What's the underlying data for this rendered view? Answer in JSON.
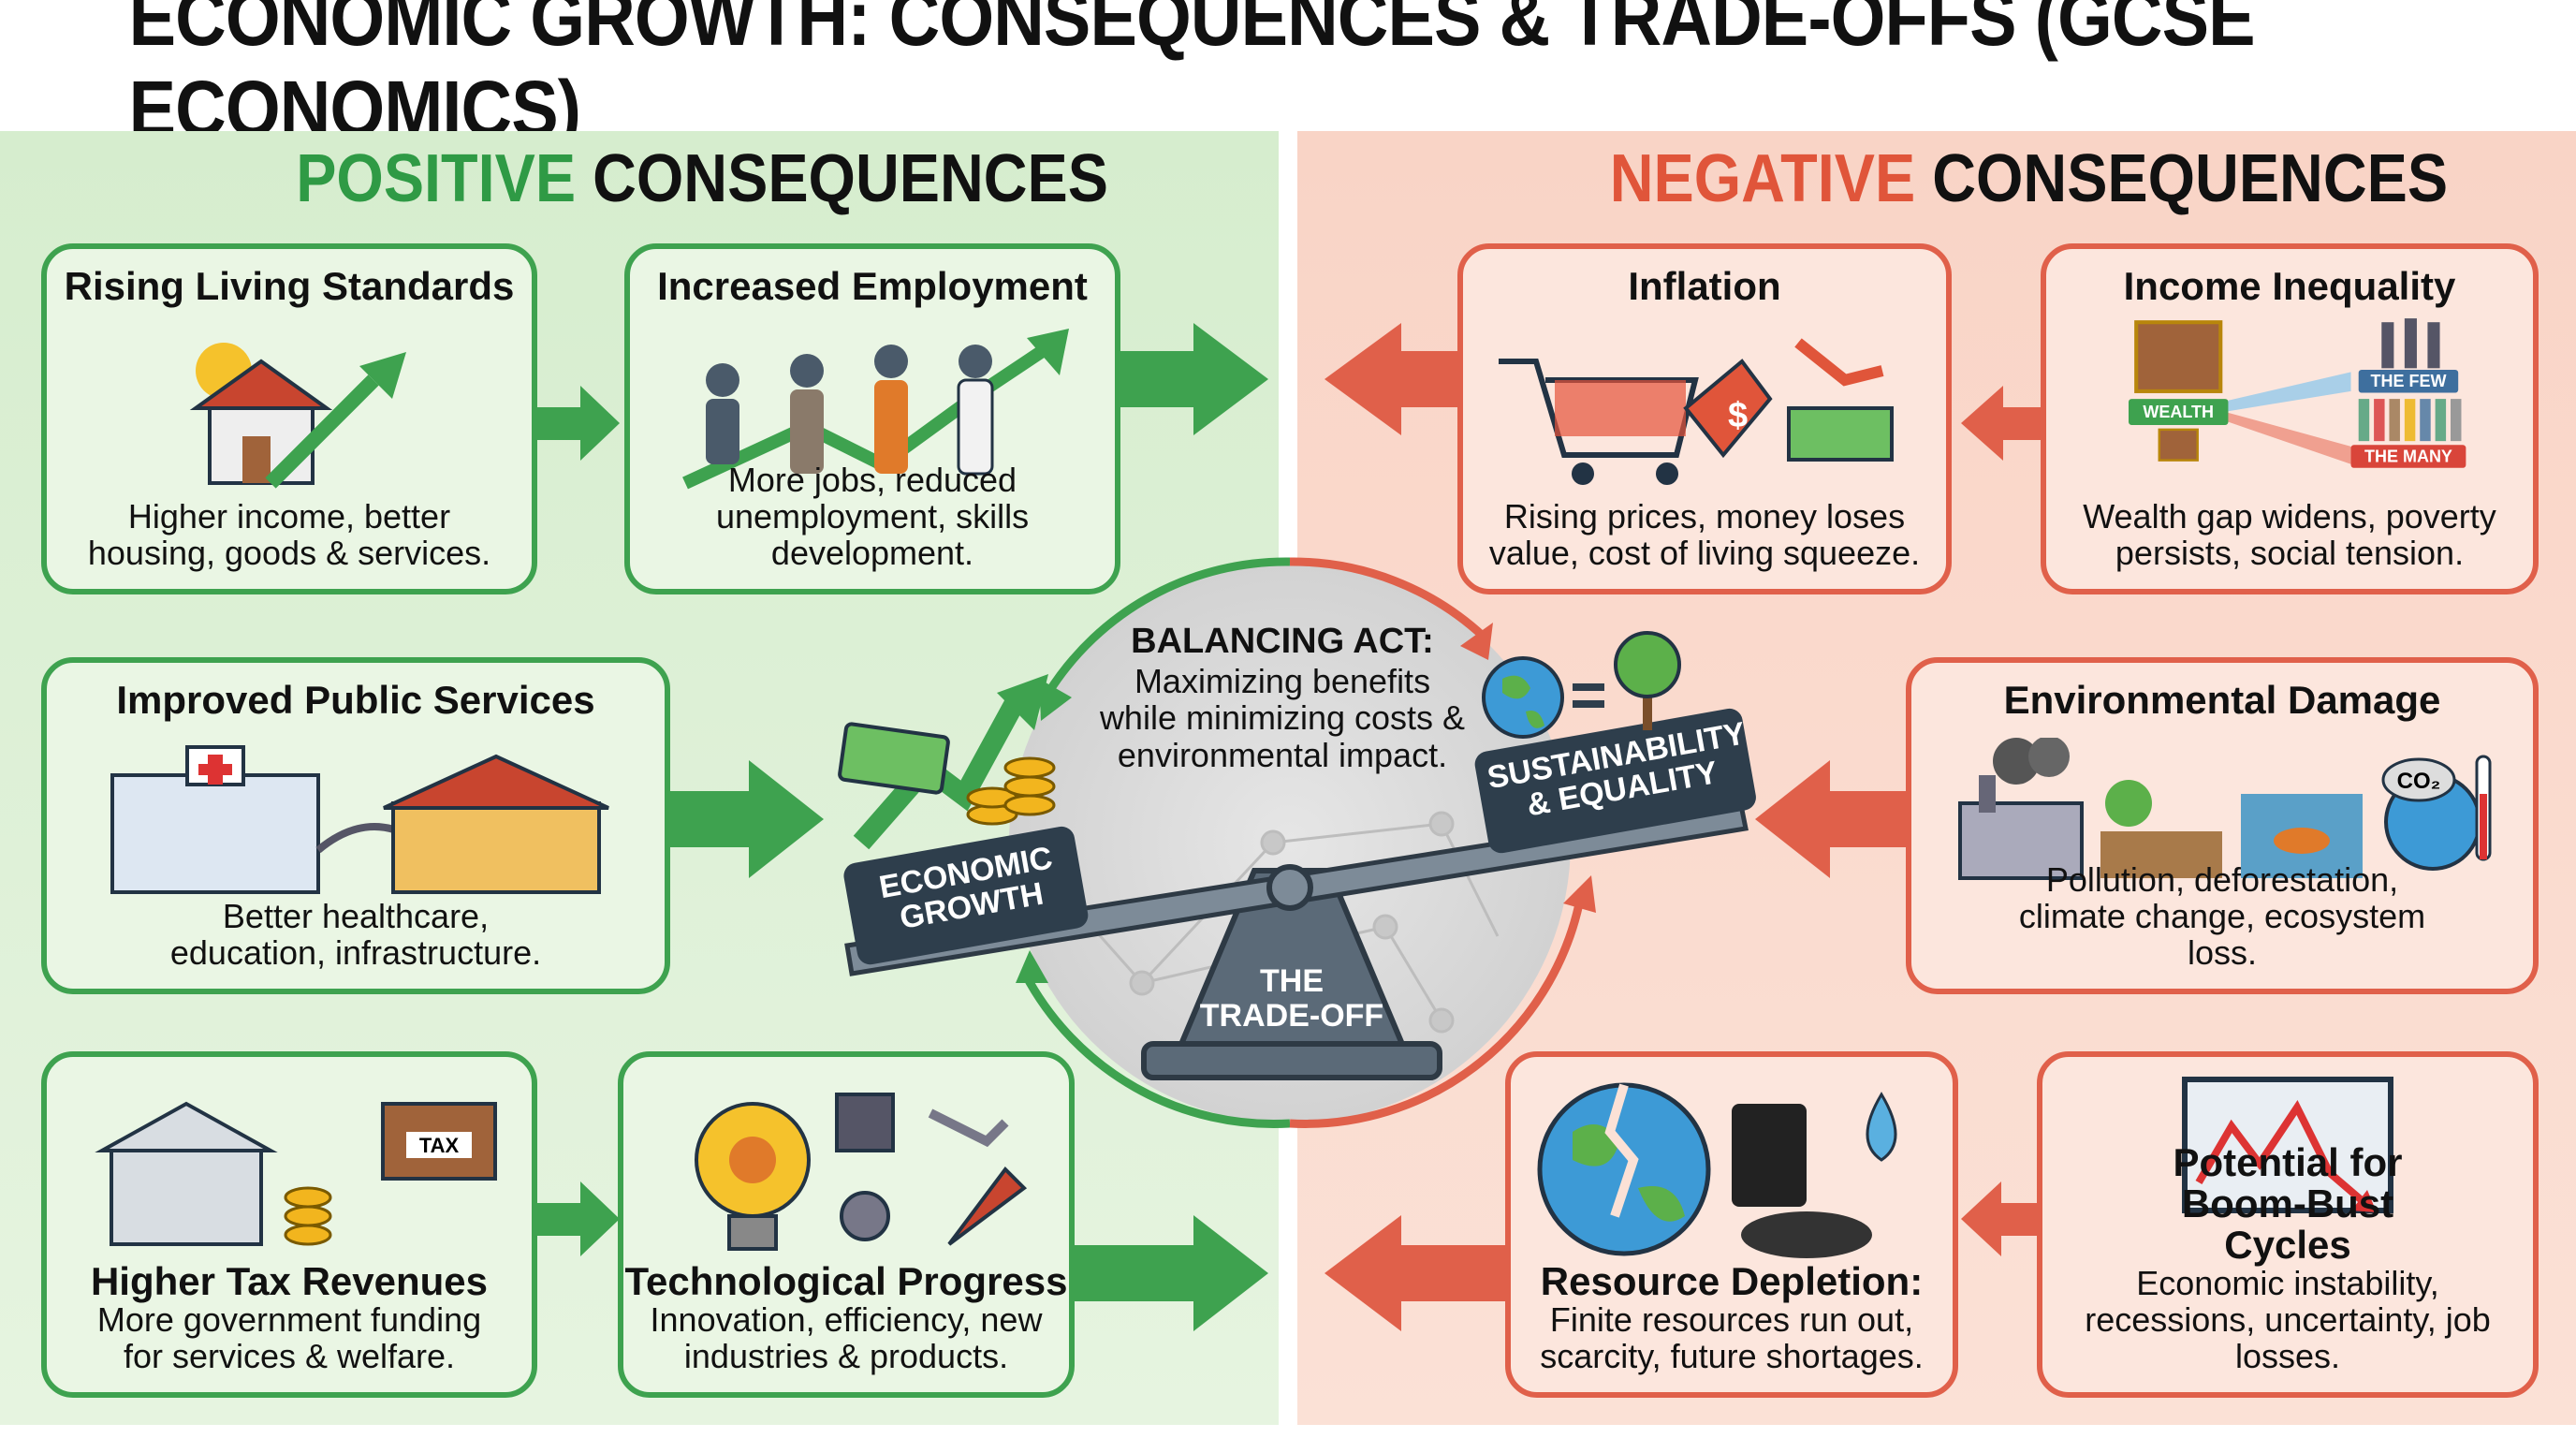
{
  "title": "ECONOMIC GROWTH: CONSEQUENCES & TRADE-OFFS (GCSE ECONOMICS)",
  "positive": {
    "accent_word": "POSITIVE",
    "rest": " CONSEQUENCES",
    "color": "#2f9a45",
    "boxes": [
      {
        "title": "Rising Living Standards",
        "desc": "Higher income, better housing, goods & services.",
        "icon": "house-growth-icon"
      },
      {
        "title": "Increased Employment",
        "desc": "More jobs, reduced unemployment, skills development.",
        "icon": "workers-icon"
      },
      {
        "title": "Improved Public Services",
        "desc": "Better healthcare, education, infrastructure.",
        "icon": "hospital-school-icon"
      },
      {
        "title": "Higher Tax Revenues",
        "desc": "More government funding for services & welfare.",
        "icon": "government-tax-icon",
        "tax_label": "TAX"
      },
      {
        "title": "Technological Progress",
        "desc": "Innovation, efficiency, new industries & products.",
        "icon": "lightbulb-gear-icon"
      }
    ]
  },
  "negative": {
    "accent_word": "NEGATIVE",
    "rest": " CONSEQUENCES",
    "color": "#e0553a",
    "boxes": [
      {
        "title": "Inflation",
        "desc": "Rising prices, money loses value, cost of living squeeze.",
        "icon": "shopping-cart-price-icon"
      },
      {
        "title": "Income Inequality",
        "desc": "Wealth gap widens, poverty persists, social tension.",
        "icon": "wealth-gap-icon",
        "labels": {
          "wealth": "WEALTH",
          "few": "THE FEW",
          "many": "THE MANY"
        }
      },
      {
        "title": "Environmental Damage",
        "desc": "Pollution, deforestation, climate change, ecosystem loss.",
        "icon": "pollution-icon",
        "co2": "CO₂"
      },
      {
        "title": "Resource Depletion:",
        "desc": "Finite resources run out, scarcity, future shortages.",
        "icon": "cracked-earth-oil-icon"
      },
      {
        "title": "Potential for Boom-Bust Cycles",
        "desc": "Economic instability, recessions, uncertainty, job losses.",
        "icon": "crash-chart-icon"
      }
    ]
  },
  "center": {
    "heading": "BALANCING ACT:",
    "text": "Maximizing benefits while minimizing costs & environmental impact.",
    "left_label": "ECONOMIC GROWTH",
    "right_label": "SUSTAINABILITY & EQUALITY",
    "fulcrum_label": "THE TRADE-OFF"
  }
}
